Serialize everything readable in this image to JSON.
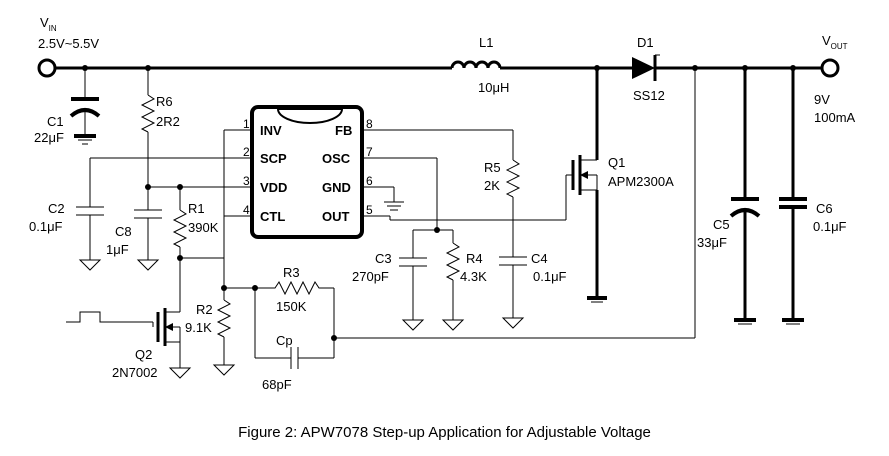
{
  "caption": "Figure 2: APW7078 Step-up Application for Adjustable Voltage",
  "input": {
    "label_main": "V",
    "label_sub": "IN",
    "range": "2.5V~5.5V"
  },
  "output": {
    "label_main": "V",
    "label_sub": "OUT",
    "voltage": "9V",
    "current": "100mA"
  },
  "ic": {
    "left_pins": [
      {
        "num": "1",
        "name": "INV"
      },
      {
        "num": "2",
        "name": "SCP"
      },
      {
        "num": "3",
        "name": "VDD"
      },
      {
        "num": "4",
        "name": "CTL"
      }
    ],
    "right_pins": [
      {
        "num": "8",
        "name": "FB"
      },
      {
        "num": "7",
        "name": "OSC"
      },
      {
        "num": "6",
        "name": "GND"
      },
      {
        "num": "5",
        "name": "OUT"
      }
    ]
  },
  "components": {
    "L1": {
      "ref": "L1",
      "value": "10μH"
    },
    "D1": {
      "ref": "D1",
      "value": "SS12"
    },
    "C1": {
      "ref": "C1",
      "value": "22μF"
    },
    "R6": {
      "ref": "R6",
      "value": "2R2"
    },
    "C2": {
      "ref": "C2",
      "value": "0.1μF"
    },
    "C8": {
      "ref": "C8",
      "value": "1μF"
    },
    "R1": {
      "ref": "R1",
      "value": "390K"
    },
    "R2": {
      "ref": "R2",
      "value": "9.1K"
    },
    "R3": {
      "ref": "R3",
      "value": "150K"
    },
    "Cp": {
      "ref": "Cp",
      "value": "68pF"
    },
    "C3": {
      "ref": "C3",
      "value": "270pF"
    },
    "R4": {
      "ref": "R4",
      "value": "4.3K"
    },
    "R5": {
      "ref": "R5",
      "value": "2K"
    },
    "C4": {
      "ref": "C4",
      "value": "0.1μF"
    },
    "Q1": {
      "ref": "Q1",
      "value": "APM2300A"
    },
    "Q2": {
      "ref": "Q2",
      "value": "2N7002"
    },
    "C5": {
      "ref": "C5",
      "value": "33μF"
    },
    "C6": {
      "ref": "C6",
      "value": "0.1μF"
    }
  }
}
